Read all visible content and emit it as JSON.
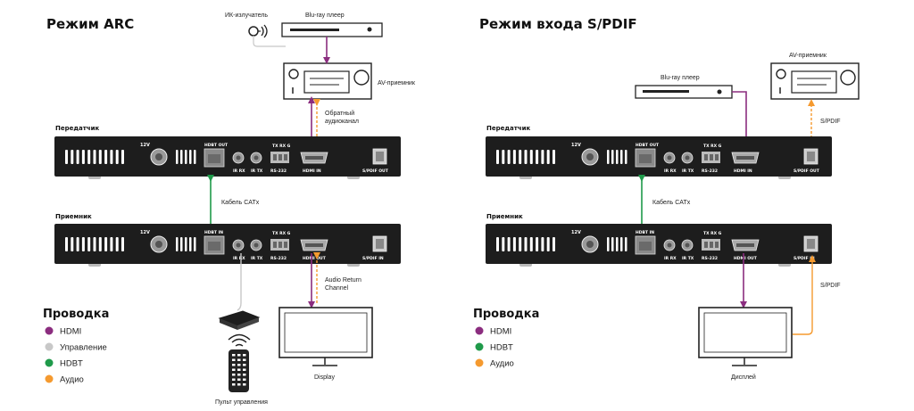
{
  "colors": {
    "hdmi": "#8b2d7f",
    "control": "#c8c8c8",
    "hdbt": "#1f9a4a",
    "audio": "#f59a2f",
    "device_body": "#1d1d1d",
    "port": "#8a8a8a"
  },
  "arc": {
    "title": "Режим ARC",
    "ir_emitter": "ИК-излучатель",
    "bluray": "Blu-ray плеер",
    "av_receiver": "AV-приемник",
    "return_audio_1": "Обратный",
    "return_audio_2": "аудиоканал",
    "transmitter": "Передатчик",
    "receiver": "Приемник",
    "cat_cable": "Кабель CATx",
    "arc_label_1": "Audio Return",
    "arc_label_2": "Channel",
    "display": "Display",
    "remote": "Пульт управления",
    "legend": {
      "title": "Проводка",
      "items": [
        {
          "label": "HDMI",
          "color_key": "hdmi"
        },
        {
          "label": "Управление",
          "color_key": "control"
        },
        {
          "label": "HDBT",
          "color_key": "hdbt"
        },
        {
          "label": "Аудио",
          "color_key": "audio"
        }
      ]
    }
  },
  "spdif": {
    "title": "Режим входа S/PDIF",
    "bluray": "Blu-ray плеер",
    "av_receiver": "AV-приемник",
    "spdif_top": "S/PDIF",
    "transmitter": "Передатчик",
    "receiver": "Приемник",
    "cat_cable": "Кабель CATx",
    "spdif_bottom": "S/PDIF",
    "display": "Дисплей",
    "legend": {
      "title": "Проводка",
      "items": [
        {
          "label": "HDMI",
          "color_key": "hdmi"
        },
        {
          "label": "HDBT",
          "color_key": "hdbt"
        },
        {
          "label": "Аудио",
          "color_key": "audio"
        }
      ]
    }
  },
  "ports": {
    "power": "12V",
    "hdbt_out": "HDBT OUT",
    "hdbt_in": "HDBT IN",
    "ir_rx": "IR RX",
    "ir_tx": "IR TX",
    "txrxg": "TX RX G",
    "rs232": "RS-232",
    "hdmi_in": "HDMI IN",
    "hdmi_out": "HDMI OUT",
    "spdif_out": "S/PDIF OUT",
    "spdif_in": "S/PDIF IN"
  }
}
